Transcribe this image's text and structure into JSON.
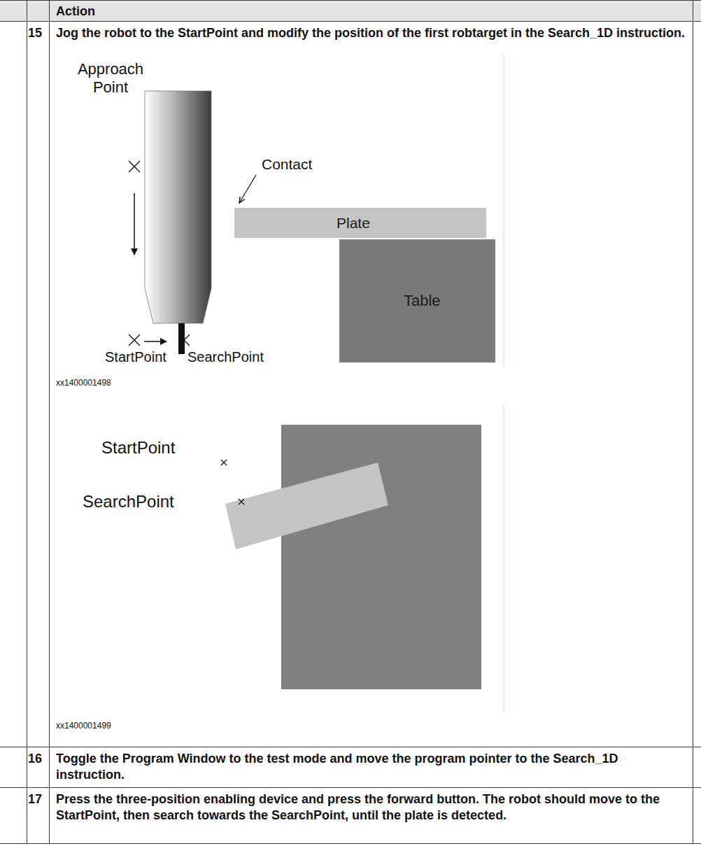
{
  "diagram": {
    "nodes": [
      {
        "text": [
          "Plate"
        ]
      },
      {
        "text": [
          "Table"
        ]
      }
    ],
    "labels": [
      "Action",
      "15",
      "Jog the robot to the StartPoint and modify the position of the first robtarget in the Search_1D instruction.",
      "Approach Point",
      "Contact",
      "StartPoint",
      "SearchPoint",
      "xx1400001498",
      "StartPoint",
      "SearchPoint",
      "xx1400001499",
      "16",
      "Toggle the Program Window to the test mode and move the program pointer to the Search_1D instruction.",
      "17",
      "Press the three-position enabling device and press the forward button. The robot should move to the StartPoint, then search towards the SearchPoint, until the plate is detected."
    ]
  }
}
